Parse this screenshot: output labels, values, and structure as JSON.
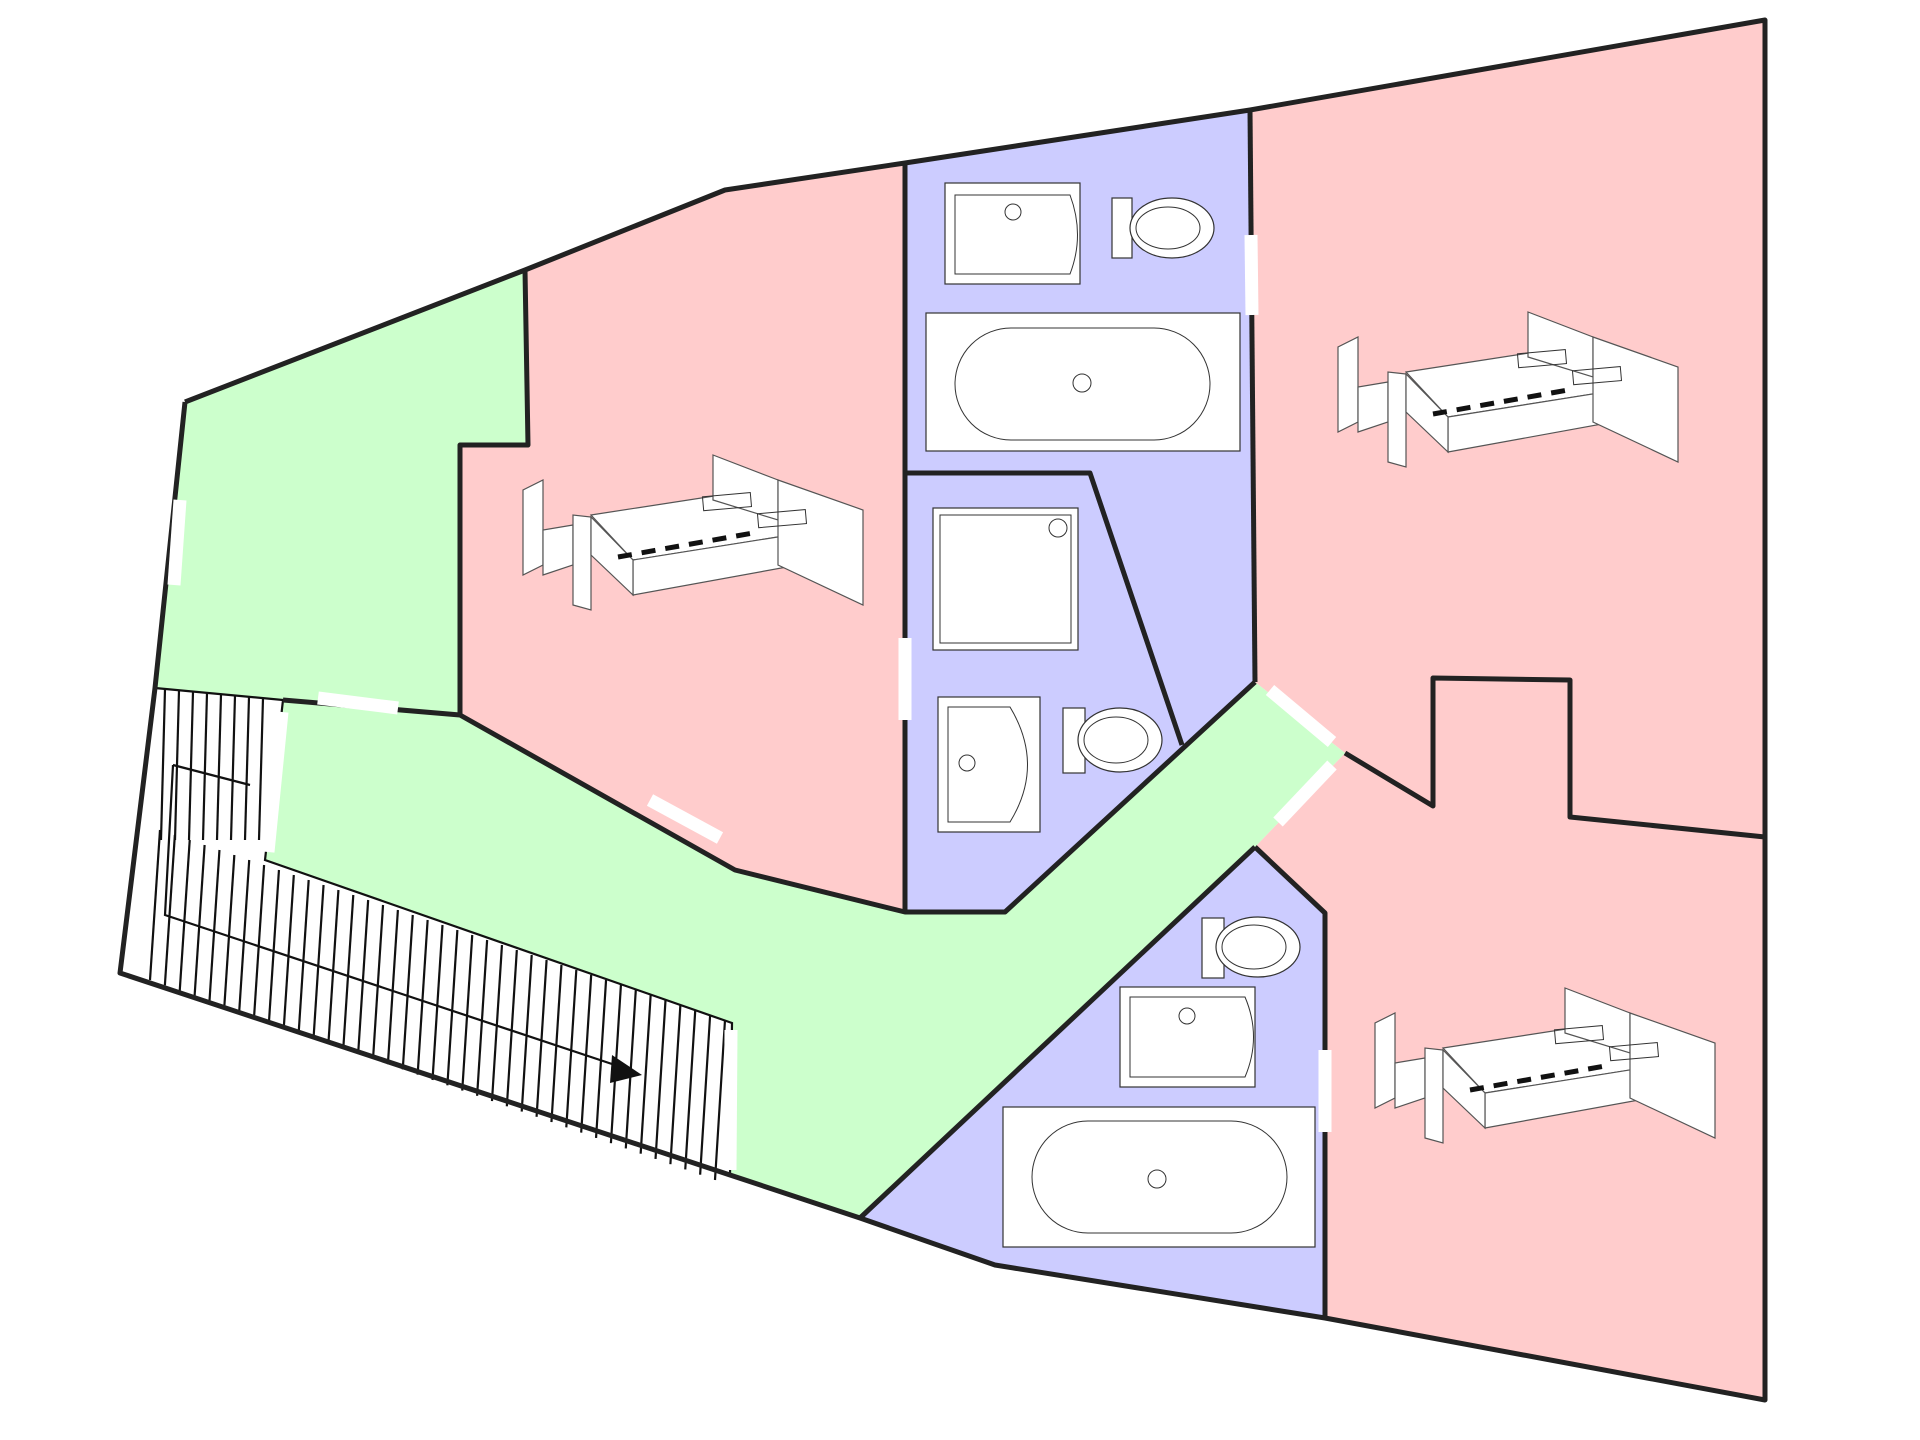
{
  "colors": {
    "background": "#ffffff",
    "bedroom": "#ffcccc",
    "bathroom": "#ccccff",
    "circulation": "#ccffcc",
    "wall": "#222222",
    "fixture": "#ffffff"
  },
  "rooms": [
    {
      "id": "bedroom-1",
      "kind": "bedroom",
      "fixtures": [
        "bed-icon"
      ]
    },
    {
      "id": "bedroom-2",
      "kind": "bedroom",
      "fixtures": [
        "bed-icon"
      ]
    },
    {
      "id": "bedroom-3",
      "kind": "bedroom",
      "fixtures": [
        "bed-icon"
      ]
    },
    {
      "id": "bathroom-1",
      "kind": "bathroom",
      "fixtures": [
        "sink-icon",
        "toilet-icon",
        "bathtub-icon"
      ]
    },
    {
      "id": "bathroom-2",
      "kind": "bathroom",
      "fixtures": [
        "shower-icon",
        "sink-icon",
        "toilet-icon"
      ]
    },
    {
      "id": "bathroom-3",
      "kind": "bathroom",
      "fixtures": [
        "toilet-icon",
        "sink-icon",
        "bathtub-icon"
      ]
    },
    {
      "id": "hallway",
      "kind": "circulation",
      "fixtures": []
    },
    {
      "id": "landing",
      "kind": "circulation",
      "fixtures": []
    },
    {
      "id": "staircase",
      "kind": "stairs",
      "fixtures": [
        "stair-arrow-icon"
      ]
    }
  ]
}
